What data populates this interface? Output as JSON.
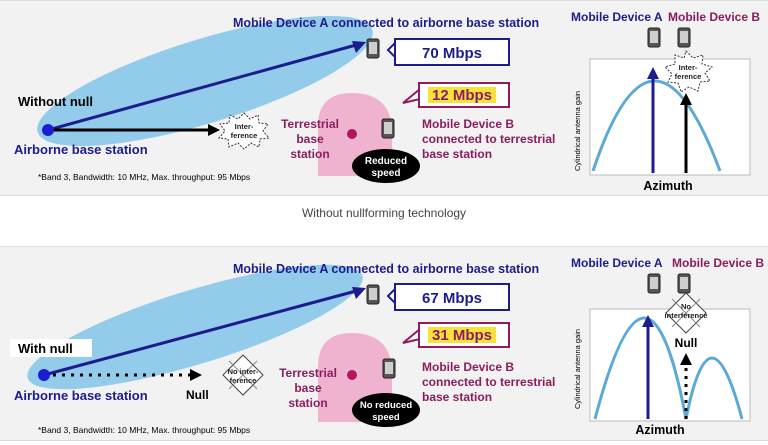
{
  "caption": "Without nullforming technology",
  "colors": {
    "beam": "#93cbea",
    "navy": "#1c1c8c",
    "magenta": "#8b1d5e",
    "pink": "#efb3d0",
    "highlight": "#f7e23c",
    "curve": "#5aa9d6"
  },
  "top": {
    "mobile_a_title": "Mobile Device A connected to airborne base station",
    "speed_a": "70 Mbps",
    "speed_b": "12 Mbps",
    "null_label": "Without null",
    "airborne_label": "Airborne base station",
    "interference_1": "Inter-",
    "interference_2": "ference",
    "terrestrial_1": "Terrestrial",
    "terrestrial_2": "base",
    "terrestrial_3": "station",
    "mobile_b_1": "Mobile Device B",
    "mobile_b_2": "connected to terrestrial",
    "mobile_b_3": "base station",
    "speed_note_1": "Reduced",
    "speed_note_2": "speed",
    "footnote": "*Band 3, Bandwidth: 10 MHz, Max. throughput:  95 Mbps",
    "chart_label_a": "Mobile Device A",
    "chart_label_b": "Mobile Device B",
    "chart_interf_1": "Inter-",
    "chart_interf_2": "ference",
    "y_axis": "Cylindrical antenna gain",
    "x_axis": "Azimuth"
  },
  "bottom": {
    "mobile_a_title": "Mobile Device A connected to airborne base station",
    "speed_a": "67 Mbps",
    "speed_b": "31 Mbps",
    "null_label": "With null",
    "airborne_label": "Airborne  base station",
    "null_word": "Null",
    "interference_1": "No inter-",
    "interference_2": "ference",
    "terrestrial_1": "Terrestrial",
    "terrestrial_2": "base",
    "terrestrial_3": "station",
    "mobile_b_1": "Mobile Device B",
    "mobile_b_2": "connected to terrestrial",
    "mobile_b_3": "base station",
    "speed_note_1": "No reduced",
    "speed_note_2": "speed",
    "footnote": "*Band 3, Bandwidth: 10 MHz, Max. throughput:  95 Mbps",
    "chart_label_a": "Mobile Device A",
    "chart_label_b": "Mobile Device B",
    "chart_interf_1": "No",
    "chart_interf_2": "interference",
    "chart_null": "Null",
    "y_axis": "Cylindrical antenna gain",
    "x_axis": "Azimuth"
  }
}
